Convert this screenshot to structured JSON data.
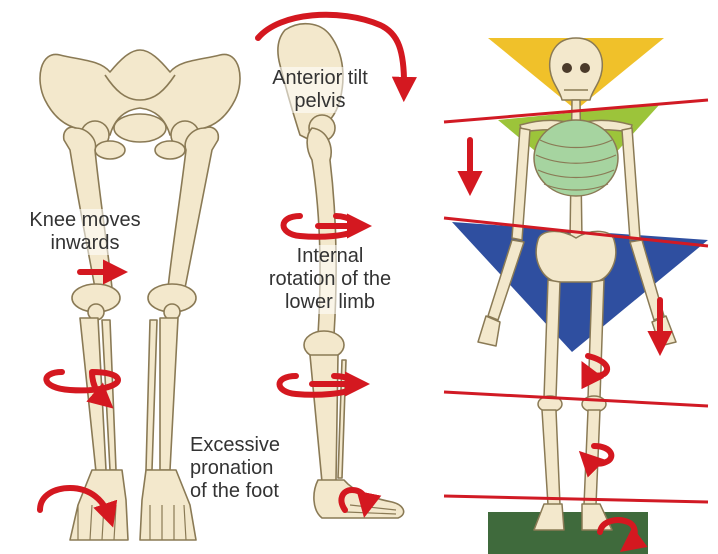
{
  "labels": {
    "knee_moves_inwards": [
      "Knee moves",
      "inwards"
    ],
    "anterior_tilt_pelvis": [
      "Anterior tilt",
      "pelvis"
    ],
    "internal_rotation": [
      "Internal",
      "rotation of the",
      "lower limb"
    ],
    "excessive_pronation": [
      "Excessive",
      "pronation",
      "of the foot"
    ]
  },
  "colors": {
    "bone": "#f3e8cc",
    "bone_outline": "#8a7a55",
    "arrow_red": "#d41820",
    "line_red": "#d11a24",
    "head_triangle": "#f0c12a",
    "chest_triangle": "#9cc43a",
    "pelvis_triangle": "#2f4fa0",
    "ground": "#3f6a3c",
    "rib_green": "#a6d4a0"
  },
  "icons": [
    "curved-arrow-icon",
    "rotation-arrow-icon",
    "down-arrow-icon",
    "right-arrow-icon"
  ]
}
